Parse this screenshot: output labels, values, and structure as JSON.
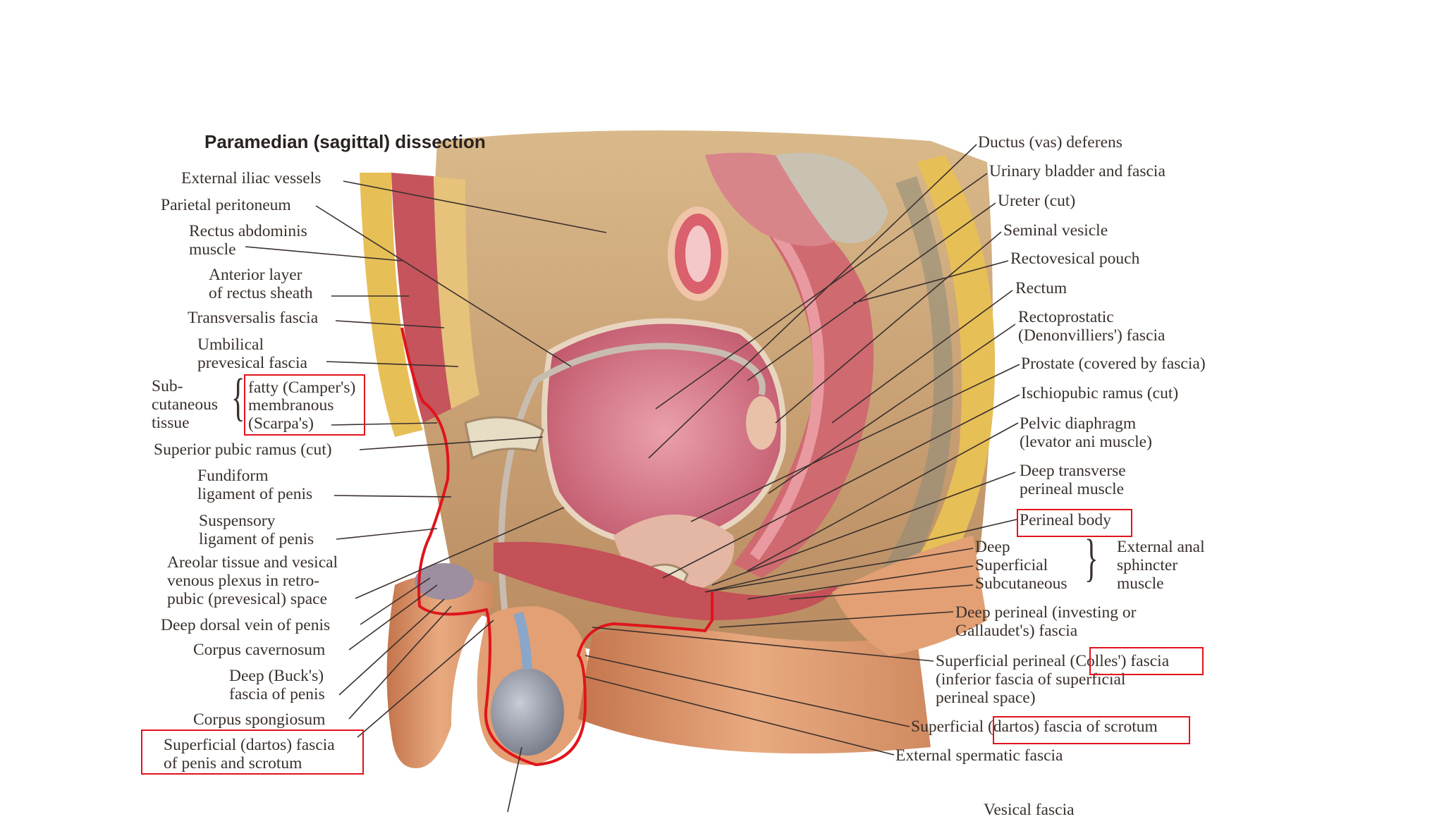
{
  "figure": {
    "title": "Paramedian (sagittal) dissection"
  },
  "labels_left": [
    {
      "id": "external-iliac-vessels",
      "text": "External iliac vessels"
    },
    {
      "id": "parietal-peritoneum",
      "text": "Parietal peritoneum"
    },
    {
      "id": "rectus-abdominis-muscle",
      "text": "Rectus abdominis\nmuscle"
    },
    {
      "id": "anterior-layer-rectus-sheath",
      "text": "Anterior layer\nof rectus sheath"
    },
    {
      "id": "transversalis-fascia",
      "text": "Transversalis fascia"
    },
    {
      "id": "umbilical-prevesical-fascia",
      "text": "Umbilical\nprevesical fascia"
    },
    {
      "id": "subcutaneous-tissue",
      "text": "Sub-\ncutaneous\ntissue"
    },
    {
      "id": "fatty-campers",
      "text": "fatty (Camper's)"
    },
    {
      "id": "membranous-scarpas",
      "text": "membranous\n(Scarpa's)"
    },
    {
      "id": "superior-pubic-ramus",
      "text": "Superior pubic ramus (cut)"
    },
    {
      "id": "fundiform-ligament",
      "text": "Fundiform\nligament of penis"
    },
    {
      "id": "suspensory-ligament",
      "text": "Suspensory\nligament of penis"
    },
    {
      "id": "areolar-tissue",
      "text": "Areolar tissue and vesical\nvenous plexus in retro-\npubic (prevesical) space"
    },
    {
      "id": "deep-dorsal-vein",
      "text": "Deep dorsal vein of penis"
    },
    {
      "id": "corpus-cavernosum",
      "text": "Corpus cavernosum"
    },
    {
      "id": "bucks-fascia",
      "text": "Deep (Buck's)\nfascia of penis"
    },
    {
      "id": "corpus-spongiosum",
      "text": "Corpus spongiosum"
    },
    {
      "id": "dartos-fascia-penis",
      "text": "Superficial (dartos) fascia\nof penis and scrotum"
    }
  ],
  "labels_right": [
    {
      "id": "ductus-deferens",
      "text": "Ductus (vas) deferens"
    },
    {
      "id": "urinary-bladder",
      "text": "Urinary bladder and fascia"
    },
    {
      "id": "ureter",
      "text": "Ureter (cut)"
    },
    {
      "id": "seminal-vesicle",
      "text": "Seminal vesicle"
    },
    {
      "id": "rectovesical-pouch",
      "text": "Rectovesical pouch"
    },
    {
      "id": "rectum",
      "text": "Rectum"
    },
    {
      "id": "rectoprostatic-fascia",
      "text": "Rectoprostatic\n(Denonvilliers') fascia"
    },
    {
      "id": "prostate",
      "text": "Prostate (covered by fascia)"
    },
    {
      "id": "ischiopubic-ramus",
      "text": "Ischiopubic ramus (cut)"
    },
    {
      "id": "pelvic-diaphragm",
      "text": "Pelvic diaphragm\n(levator ani muscle)"
    },
    {
      "id": "deep-transverse-perineal",
      "text": "Deep transverse\nperineal muscle"
    },
    {
      "id": "perineal-body",
      "text": "Perineal body"
    },
    {
      "id": "sphincter-parts",
      "text": "Deep\nSuperficial\nSubcutaneous"
    },
    {
      "id": "external-anal-sphincter",
      "text": "External anal\nsphincter\nmuscle"
    },
    {
      "id": "deep-perineal-fascia",
      "text": "Deep perineal (investing or\nGallaudet's) fascia"
    },
    {
      "id": "superficial-perineal-fascia",
      "text": "Superficial perineal (Colles') fascia\n(inferior fascia of superficial\nperineal space)"
    },
    {
      "id": "dartos-fascia-scrotum",
      "text": "Superficial (dartos) fascia of scrotum"
    },
    {
      "id": "external-spermatic-fascia",
      "text": "External spermatic fascia"
    },
    {
      "id": "vesical-fascia-partial",
      "text": "Vesical fascia"
    }
  ],
  "colors": {
    "highlight": "#e0141c",
    "muscle": "#c8545a",
    "fat": "#e9c25a",
    "skin": "#e2a074",
    "bladder": "#d9788a",
    "bone": "#e7dcc4",
    "scrotum": "#9a9aa6"
  }
}
